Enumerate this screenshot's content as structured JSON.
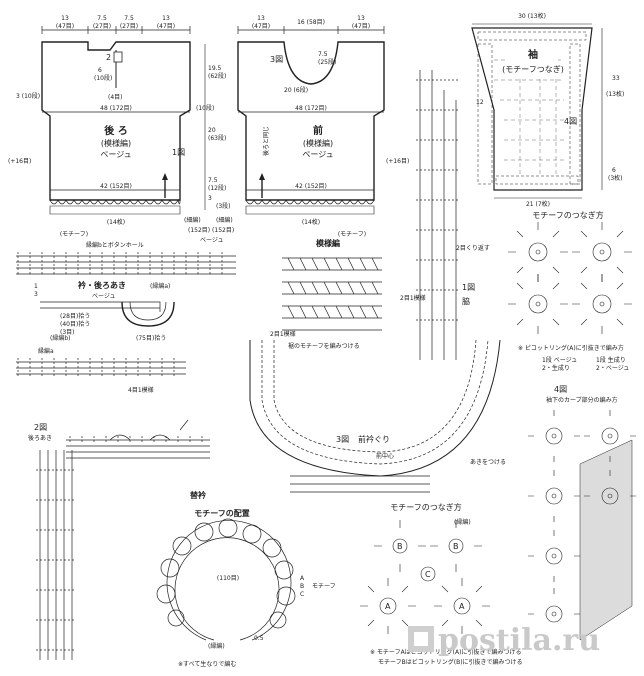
{
  "back": {
    "title": "後 ろ",
    "stitch": "(模様編)",
    "color": "ベージュ",
    "fig": "1図",
    "top_widths": [
      "13",
      "7.5",
      "7.5",
      "13"
    ],
    "top_counts": [
      "(47目)",
      "(27目)",
      "(27目)",
      "(47目)"
    ],
    "bust": "48 (172目)",
    "hem": "42 (152目)",
    "hem_label": "(14枚)",
    "motif": "(モチーフ)",
    "neck_depth": "2",
    "opening": "6",
    "opening_rows": "(10段)",
    "side_rows": "3 (10段)",
    "inc_rows": "(+16目)",
    "bottom_label": "(4目)"
  },
  "front": {
    "title": "前",
    "stitch": "(模様編)",
    "color": "ベージュ",
    "fig": "3図",
    "top_widths": [
      "13",
      "16 (58目)",
      "13"
    ],
    "top_counts": [
      "(47目)",
      "(47目)"
    ],
    "neck_depth": "7.5",
    "neck_rows": "(25段)",
    "neck_b": "20 (6段)",
    "bust": "48 (172目)",
    "hem": "42 (152目)",
    "hem_label": "(14枚)",
    "motif": "(モチーフ)",
    "center_label": "後ろと同じ",
    "inc_rows": "(+16目)"
  },
  "middle": {
    "v1": "19.5",
    "v1r": "(62段)",
    "v2": "20",
    "v2r": "(63段)",
    "v3": "7.5",
    "v3r": "(12段)",
    "v4": "3",
    "v4r": "(3段)",
    "v5": "(10段)",
    "fine1": "(細編)",
    "fine2": "(細編)",
    "fine_count": "(152目) (152目)",
    "color": "ベージュ"
  },
  "sleeve": {
    "title": "袖",
    "subtitle": "(モチーフつなぎ)",
    "top": "30 (13枚)",
    "bottom": "21 (7枚)",
    "side_a": "33",
    "side_ar": "(13枚)",
    "side_b": "6",
    "side_br": "(3枚)",
    "fig": "4図"
  },
  "collar_area": {
    "line1": "縁編bとボタンホール",
    "line2": "衿・後ろあき",
    "line3": "ベージュ",
    "edge_a": "(縁編a)",
    "edge_b": "(縁編b)",
    "edge_a2": "縁編a",
    "measure1": "(28目)拾う",
    "measure2": "(40目)拾う",
    "measure3": "(3目)",
    "measure4": "(75目)拾う",
    "num_a": "1",
    "num_b": "3",
    "foot": "4目1模様"
  },
  "fig2": {
    "title": "2図",
    "subtitle": "後ろあき"
  },
  "pattern": {
    "title": "模様編",
    "note_repeat": "2目1模様",
    "note_motif": "裾のモチーフを編みつける",
    "note_1": "1図",
    "note_side": "脇",
    "note_rep2": "2目1模様",
    "note_pick": "2目くり返す",
    "note_12": "12"
  },
  "fig3": {
    "title": "3図",
    "subtitle": "前衿ぐり",
    "center": "前中心",
    "note": "あきをつける"
  },
  "motif_join": {
    "title_r": "モチーフのつなぎ方",
    "title_b": "モチーフのつなぎ方",
    "picot": "※ ピコットリング(A)に引抜きで編み方",
    "key1": "1段 ベージュ",
    "key2": "2・生成り",
    "key3": "1段 生成り",
    "key4": "2・ベージュ",
    "fig4": "4図",
    "fig4_sub": "袖下のカーブ部分の編み方",
    "edge": "(縁編)",
    "note_a": "※ モチーフAはビコットリング(A)に引抜きで編みつける",
    "note_b": "モチーフBはビコットリング(B)に引抜きで編みつける"
  },
  "collar": {
    "title": "替衿",
    "subtitle": "モチーフの配置",
    "center": "(110目)",
    "motif": "モチーフ",
    "legend": [
      "A",
      "B",
      "C"
    ],
    "edge": "(縁編)",
    "side": "0.5",
    "note": "※すべて生なりで編む"
  },
  "watermark": "postila.ru"
}
